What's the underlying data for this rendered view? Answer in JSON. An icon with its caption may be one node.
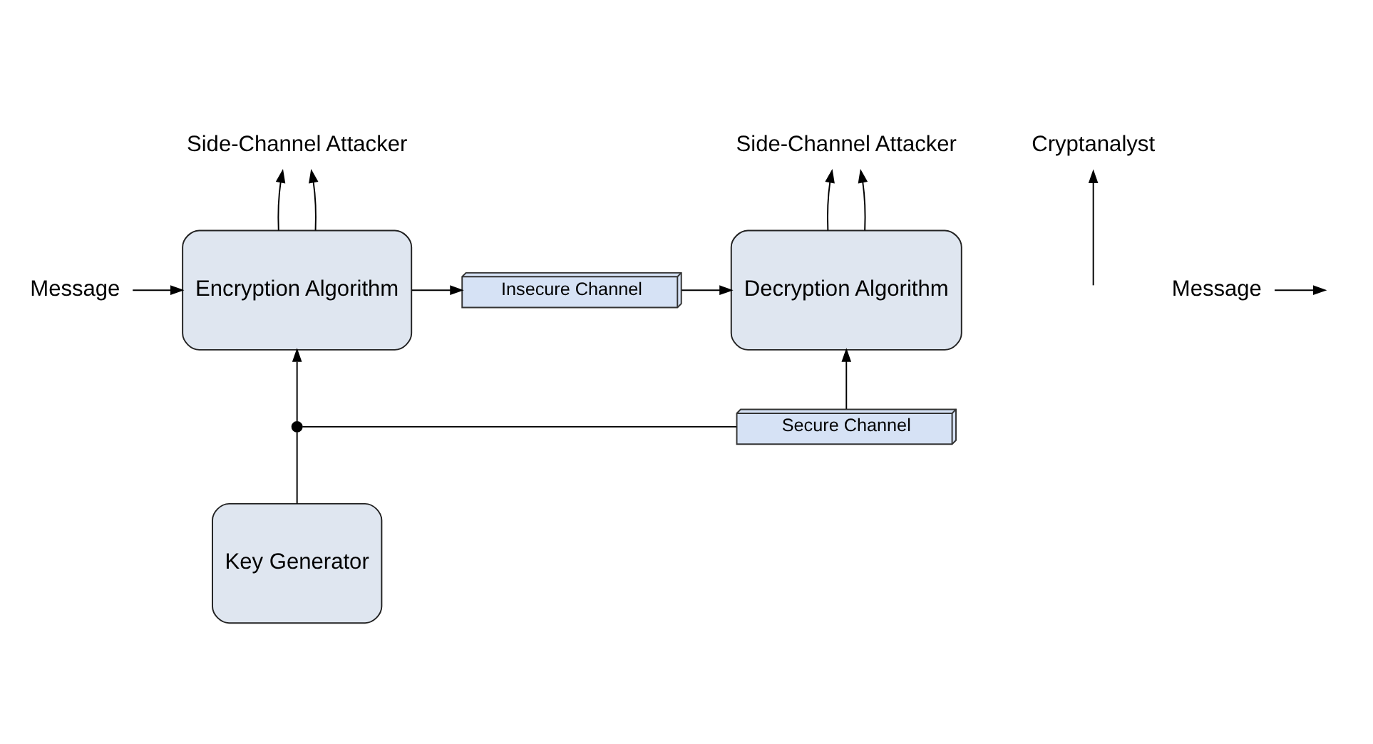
{
  "diagram": {
    "nodes": [
      {
        "text": [
          "Side-Channel Attacker"
        ]
      },
      {
        "text": [
          "Cryptanalyst"
        ]
      },
      {
        "text": [
          "Side-Channel Attacker"
        ]
      },
      {
        "text": [
          "Message"
        ]
      },
      {
        "text": [
          "Encryption Algorithm"
        ]
      },
      {
        "text": [
          "Insecure Channel"
        ]
      },
      {
        "text": [
          "Decryption Algorithm"
        ]
      },
      {
        "text": [
          "Message"
        ]
      },
      {
        "text": [
          "Secure Channel"
        ]
      },
      {
        "text": [],
        "shape": "circle"
      },
      {
        "text": [
          "Key Generator"
        ]
      }
    ],
    "edges": [
      {
        "from": 3,
        "to": 4,
        "arrow": "to"
      },
      {
        "from": 4,
        "to": 0,
        "arrow": "to"
      },
      {
        "from": 4,
        "to": 0,
        "arrow": "to"
      },
      {
        "from": 4,
        "to": 5,
        "arrow": "to"
      },
      {
        "from": 5,
        "to": 6,
        "arrow": "to"
      },
      {
        "from": null,
        "to": 1,
        "arrow": "to"
      },
      {
        "from": 6,
        "to": 2,
        "arrow": "to"
      },
      {
        "from": 6,
        "to": 2,
        "arrow": "to"
      },
      {
        "from": 7,
        "to": null,
        "arrow": "to"
      },
      {
        "from": 10,
        "to": 9,
        "arrow": "none"
      },
      {
        "from": 9,
        "to": 4,
        "arrow": "to"
      },
      {
        "from": 9,
        "to": 8,
        "arrow": "none"
      },
      {
        "from": 8,
        "to": 6,
        "arrow": "to"
      }
    ]
  }
}
